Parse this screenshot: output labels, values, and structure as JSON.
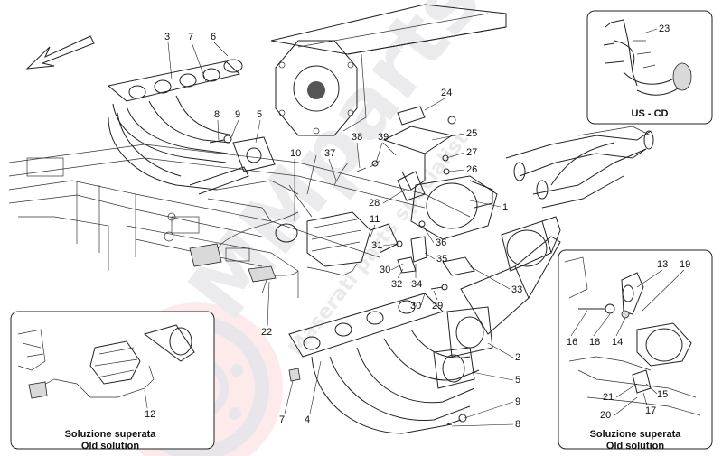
{
  "diagram": {
    "watermark": {
      "brand": "MMparts",
      "subtitle": "Maserati parts specialist",
      "colors": {
        "red": "#e8393f",
        "gray": "#e6e6ea"
      }
    },
    "callouts": [
      "1",
      "2",
      "3",
      "4",
      "5",
      "6",
      "7",
      "8",
      "9",
      "10",
      "11",
      "12",
      "13",
      "14",
      "15",
      "16",
      "17",
      "18",
      "19",
      "20",
      "21",
      "22",
      "23",
      "24",
      "25",
      "26",
      "27",
      "28",
      "29",
      "30",
      "31",
      "32",
      "33",
      "34",
      "35",
      "36",
      "37",
      "38",
      "39"
    ],
    "main_labels": {
      "c3": "3",
      "c7": "7",
      "c6": "6",
      "c8": "8",
      "c9": "9",
      "c5": "5",
      "c10": "10",
      "c37": "37",
      "c38": "38",
      "c39": "39",
      "c24": "24",
      "c25": "25",
      "c27": "27",
      "c26": "26",
      "c28": "28",
      "c11": "11",
      "c1": "1",
      "c31": "31",
      "c36": "36",
      "c30a": "30",
      "c35": "35",
      "c32": "32",
      "c34": "34",
      "c33": "33",
      "c30b": "30",
      "c29": "29",
      "c22": "22",
      "c2": "2",
      "c5b": "5",
      "c9b": "9",
      "c8b": "8",
      "c7b": "7",
      "c4": "4"
    },
    "inset_us": {
      "caption": "US - CD",
      "label_23": "23"
    },
    "inset_old_left": {
      "caption_it": "Soluzione superata",
      "caption_en": "Old solution",
      "label_12": "12"
    },
    "inset_old_right": {
      "caption_it": "Soluzione superata",
      "caption_en": "Old solution",
      "labels": {
        "c13": "13",
        "c19": "19",
        "c16": "16",
        "c18": "18",
        "c14": "14",
        "c21": "21",
        "c15": "15",
        "c20": "20",
        "c17": "17"
      }
    },
    "direction_arrow": "arrow-left-down-icon"
  }
}
